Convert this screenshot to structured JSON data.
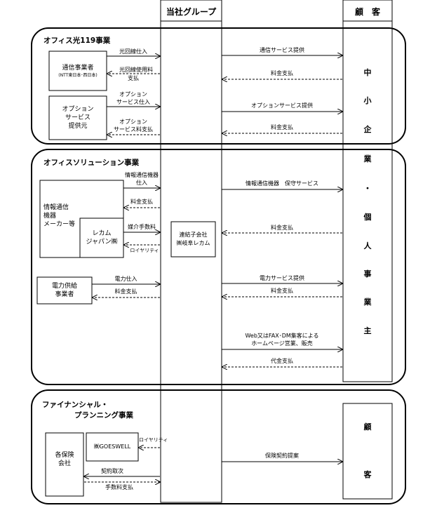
{
  "header": {
    "group": "当社グループ",
    "customer": "顧　客"
  },
  "sections": {
    "hikari": {
      "title": "オフィス光119事業"
    },
    "solution": {
      "title": "オフィスソリューション事業"
    },
    "financial": {
      "title_line1": "ファイナンシャル・",
      "title_line2": "プランニング事業"
    }
  },
  "boxes": {
    "carrier": {
      "line1": "通信事業者",
      "line2": "(NTT東日本･西日本)"
    },
    "option_provider": {
      "line1": "オプション",
      "line2": "サービス",
      "line3": "提供元"
    },
    "maker": {
      "line1": "情報通信",
      "line2": "機器",
      "line3": "メーカー等"
    },
    "recom_japan": {
      "line1": "レカム",
      "line2": "ジャパン㈱"
    },
    "subsidiary": {
      "line1": "連結子会社",
      "line2": "㈱岐阜レカム"
    },
    "power": {
      "line1": "電力供給",
      "line2": "事業者"
    },
    "goeswell": {
      "line1": "㈱GOESWELL"
    },
    "insurance": {
      "line1": "各保険",
      "line2": "会社"
    }
  },
  "flows": {
    "line_purchase": "光回線仕入",
    "line_fee_1": "光回線使用料",
    "line_fee_2": "支払",
    "option_purchase_1": "オプション",
    "option_purchase_2": "サービス仕入",
    "option_fee_1": "オプション",
    "option_fee_2": "サービス料支払",
    "comm_service": "通信サービス提供",
    "fee_pay_1": "料金支払",
    "option_service": "オプションサービス提供",
    "fee_pay_2": "料金支払",
    "equip_purchase_1": "情報通信機器",
    "equip_purchase_2": "仕入",
    "fee_pay_3": "料金支払",
    "commission": "媒介手数料",
    "royalty_1": "ロイヤリティ",
    "equip_service": "情報通信機器　保守サービス",
    "fee_pay_4": "料金支払",
    "power_purchase": "電力仕入",
    "fee_pay_5": "料金支払",
    "power_service": "電力サービス提供",
    "fee_pay_6": "料金支払",
    "web_1": "Web又はFAX･DM集客による",
    "web_2": "ホームページ営業、販売",
    "cash_pay": "代金支払",
    "royalty_2": "ロイヤリティ",
    "contract": "契約取次",
    "commission_pay": "手数料支払",
    "insurance_proposal": "保険契約提案"
  },
  "customer_column": [
    "中",
    "小",
    "企",
    "業",
    "・",
    "個",
    "人",
    "事",
    "業",
    "主"
  ],
  "customer_column_2": [
    "顧",
    "客"
  ]
}
